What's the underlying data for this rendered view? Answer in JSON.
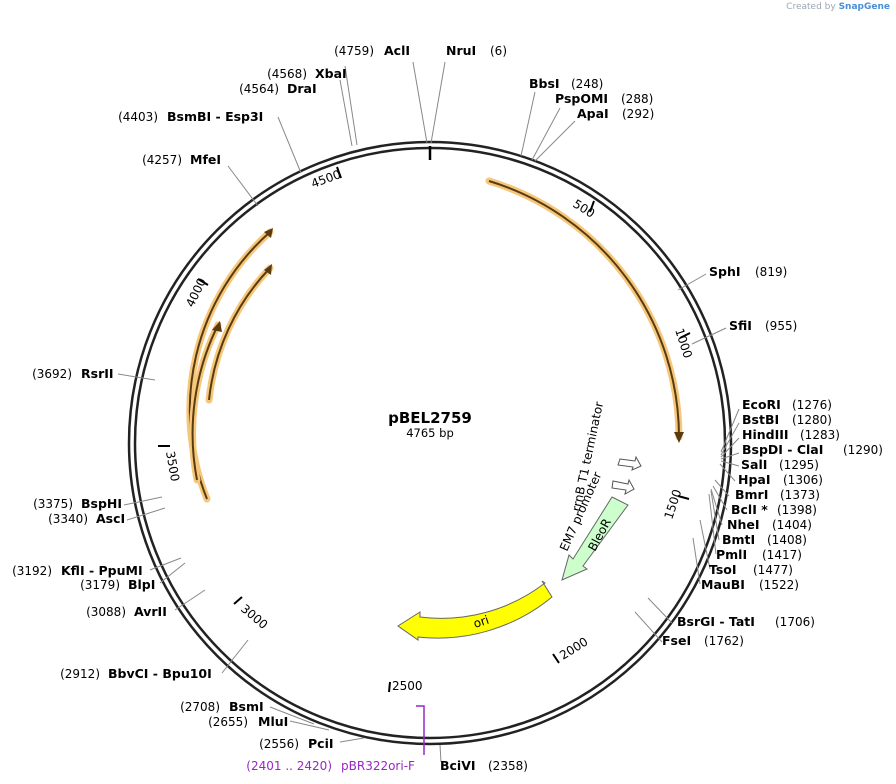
{
  "credit": {
    "prefix": "Created by",
    "brand": "SnapGene"
  },
  "plasmid": {
    "name": "pBEL2759",
    "size_label": "4765 bp"
  },
  "ticks": [
    "500",
    "1000",
    "1500",
    "2000",
    "2500",
    "3000",
    "3500",
    "4000",
    "4500"
  ],
  "enzymes": [
    {
      "name": "AclI",
      "pos": "(4759)"
    },
    {
      "name": "NruI",
      "pos": "(6)"
    },
    {
      "name": "BbsI",
      "pos": "(248)"
    },
    {
      "name": "PspOMI",
      "pos": "(288)"
    },
    {
      "name": "ApaI",
      "pos": "(292)"
    },
    {
      "name": "SphI",
      "pos": "(819)"
    },
    {
      "name": "SfiI",
      "pos": "(955)"
    },
    {
      "name": "EcoRI",
      "pos": "(1276)"
    },
    {
      "name": "BstBI",
      "pos": "(1280)"
    },
    {
      "name": "HindIII",
      "pos": "(1283)"
    },
    {
      "name": "BspDI - ClaI",
      "pos": "(1290)"
    },
    {
      "name": "SalI",
      "pos": "(1295)"
    },
    {
      "name": "HpaI",
      "pos": "(1306)"
    },
    {
      "name": "BmrI",
      "pos": "(1373)"
    },
    {
      "name": "BclI *",
      "pos": "(1398)"
    },
    {
      "name": "NheI",
      "pos": "(1404)"
    },
    {
      "name": "BmtI",
      "pos": "(1408)"
    },
    {
      "name": "PmlI",
      "pos": "(1417)"
    },
    {
      "name": "TsoI",
      "pos": "(1477)"
    },
    {
      "name": "MauBI",
      "pos": "(1522)"
    },
    {
      "name": "BsrGI - TatI",
      "pos": "(1706)"
    },
    {
      "name": "FseI",
      "pos": "(1762)"
    },
    {
      "name": "BciVI",
      "pos": "(2358)"
    },
    {
      "name": "PciI",
      "pos": "(2556)"
    },
    {
      "name": "MluI",
      "pos": "(2655)"
    },
    {
      "name": "BsmI",
      "pos": "(2708)"
    },
    {
      "name": "BbvCI - Bpu10I",
      "pos": "(2912)"
    },
    {
      "name": "AvrII",
      "pos": "(3088)"
    },
    {
      "name": "BlpI",
      "pos": "(3179)"
    },
    {
      "name": "KflI - PpuMI",
      "pos": "(3192)"
    },
    {
      "name": "AscI",
      "pos": "(3340)"
    },
    {
      "name": "BspHI",
      "pos": "(3375)"
    },
    {
      "name": "RsrII",
      "pos": "(3692)"
    },
    {
      "name": "MfeI",
      "pos": "(4257)"
    },
    {
      "name": "BsmBI - Esp3I",
      "pos": "(4403)"
    },
    {
      "name": "DraI",
      "pos": "(4564)"
    },
    {
      "name": "XbaI",
      "pos": "(4568)"
    }
  ],
  "features": {
    "terminator": "rrnB T1 terminator",
    "promoter": "EM7 promoter",
    "bleor": "BleoR",
    "ori": "ori"
  },
  "primer": {
    "range": "(2401 .. 2420)",
    "name": "pBR322ori-F"
  },
  "colors": {
    "orange": "#f5a623",
    "yellow": "#ffff00",
    "green": "#ccffcc",
    "primer": "#9b26c6",
    "line": "#888888"
  }
}
